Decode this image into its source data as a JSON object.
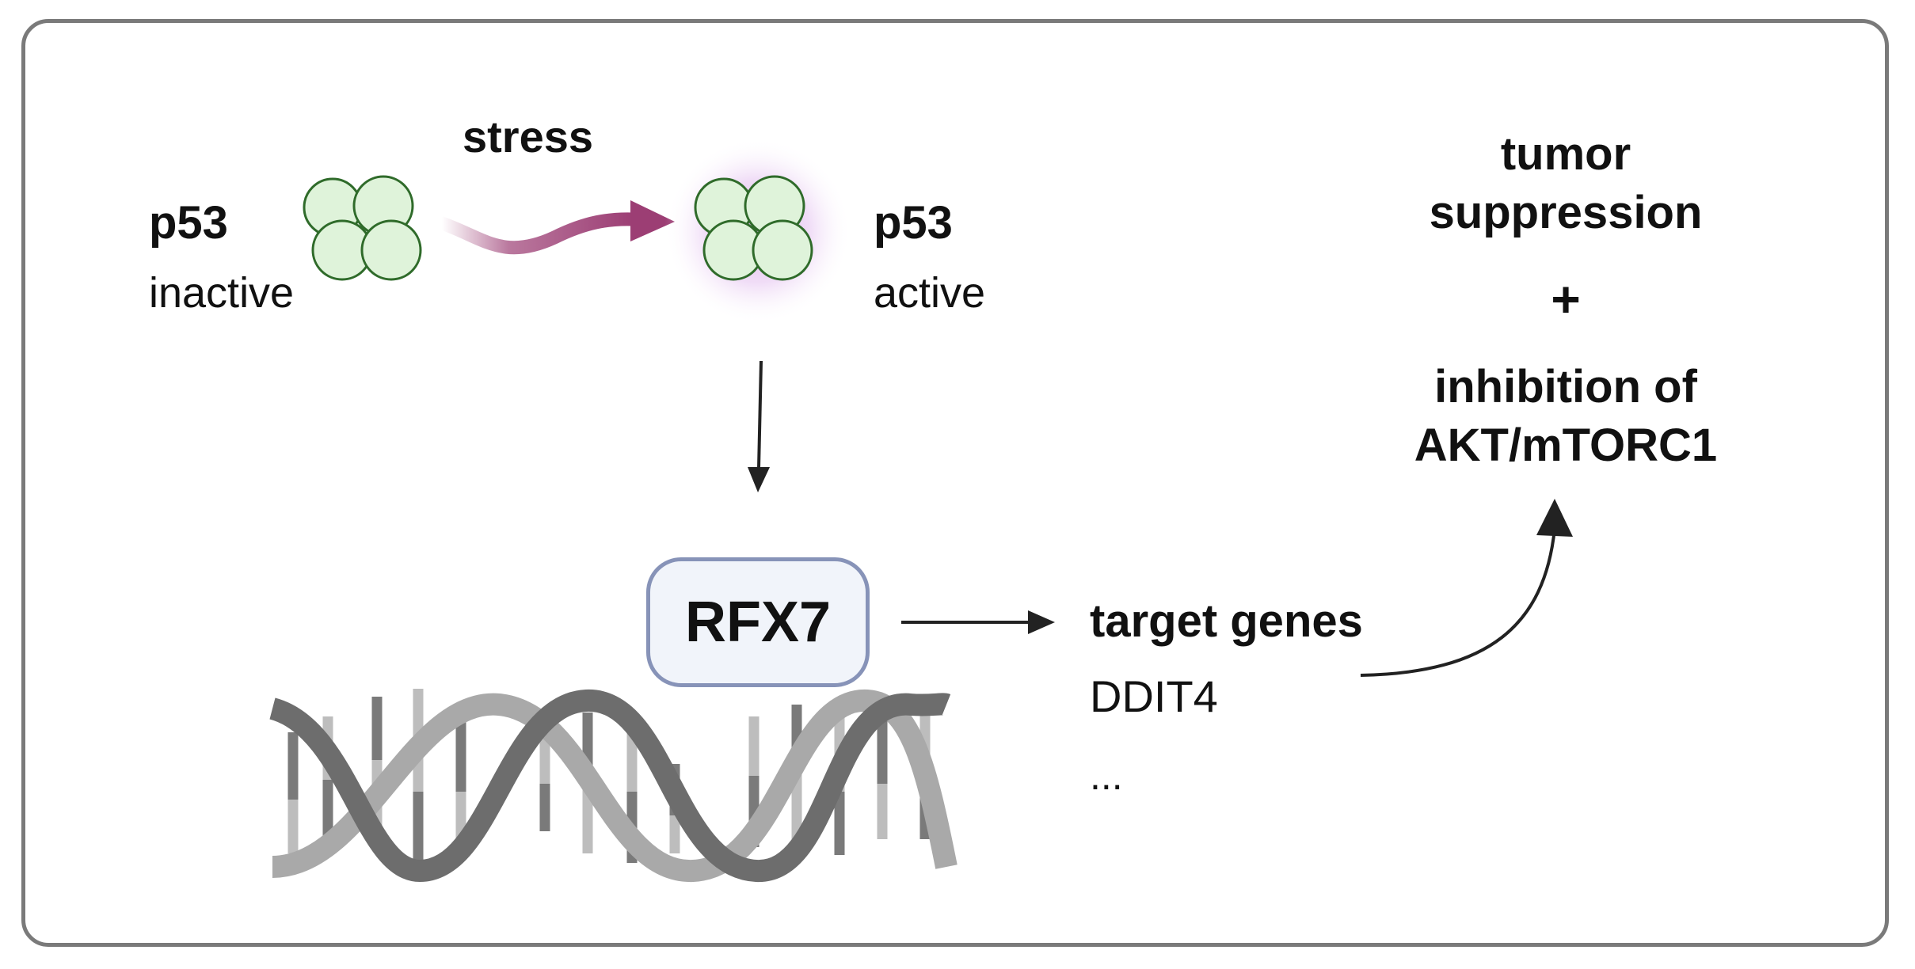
{
  "labels": {
    "p53_left": "p53",
    "inactive": "inactive",
    "stress": "stress",
    "p53_right": "p53",
    "active": "active",
    "rfx7": "RFX7",
    "target_genes": "target genes",
    "ddit4": "DDIT4",
    "ellipsis": "...",
    "tumor": "tumor",
    "suppression": "suppression",
    "plus": "+",
    "inhibition_of": "inhibition of",
    "akt_mtorc1": "AKT/mTORC1"
  },
  "colors": {
    "frame": "#7a7a7a",
    "protein_fill": "#dff3da",
    "protein_stroke": "#2f6b2a",
    "stress_arrow": "#9c3e74",
    "glow": "#d9a8ea",
    "rfx7_fill": "#f1f4fa",
    "rfx7_stroke": "#8793b8",
    "dna_dark": "#6d6d6d",
    "dna_light": "#a9a9a9",
    "arrow": "#222222"
  },
  "icons": {
    "protein_inactive": "p53-tetramer-icon",
    "protein_active": "p53-tetramer-active-icon",
    "dna": "dna-double-helix-icon"
  }
}
